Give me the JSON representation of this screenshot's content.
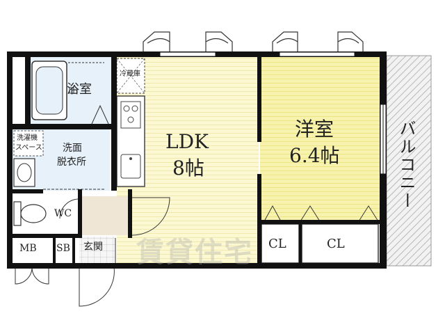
{
  "rooms": {
    "ldk": "LDK",
    "ldk_size": "8帖",
    "western": "洋室",
    "western_size": "6.4帖",
    "balcony": "バルコニー",
    "bath": "浴室",
    "washroom_line1": "洗面",
    "washroom_line2": "脱衣所",
    "washer_line1": "洗濯機",
    "washer_line2": "スペース",
    "fridge": "冷蔵庫",
    "wc": "WC",
    "mb": "MB",
    "sb": "SB",
    "entrance": "玄関",
    "closet_1": "CL",
    "closet_2": "CL"
  },
  "watermark": "賃貸住宅",
  "colors": {
    "wall": "#111111",
    "ldk_floor": "#fbf8d2",
    "western_floor": "#f7f3ae",
    "wet_area": "#e6f1fa",
    "entrance_floor": "#efe6d6",
    "balcony_hatch": "#bdbdbd"
  }
}
